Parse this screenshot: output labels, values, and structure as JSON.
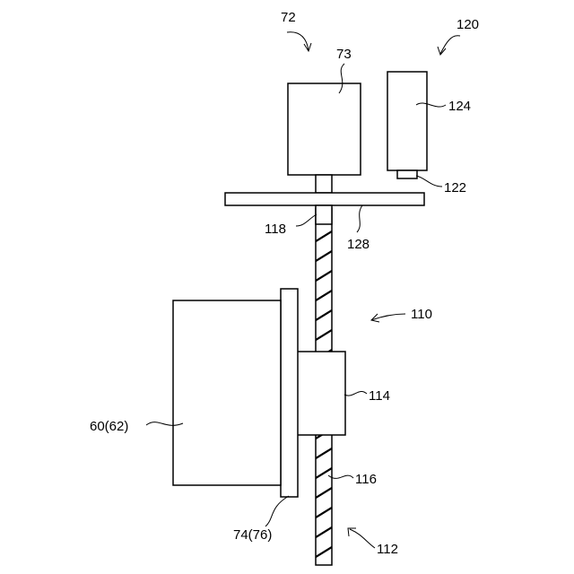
{
  "figure": {
    "references": {
      "r72": "72",
      "r73": "73",
      "r120": "120",
      "r124": "124",
      "r122": "122",
      "r118": "118",
      "r128": "128",
      "r110": "110",
      "r114": "114",
      "r60": "60(62)",
      "r116": "116",
      "r74": "74(76)",
      "r112": "112"
    }
  }
}
